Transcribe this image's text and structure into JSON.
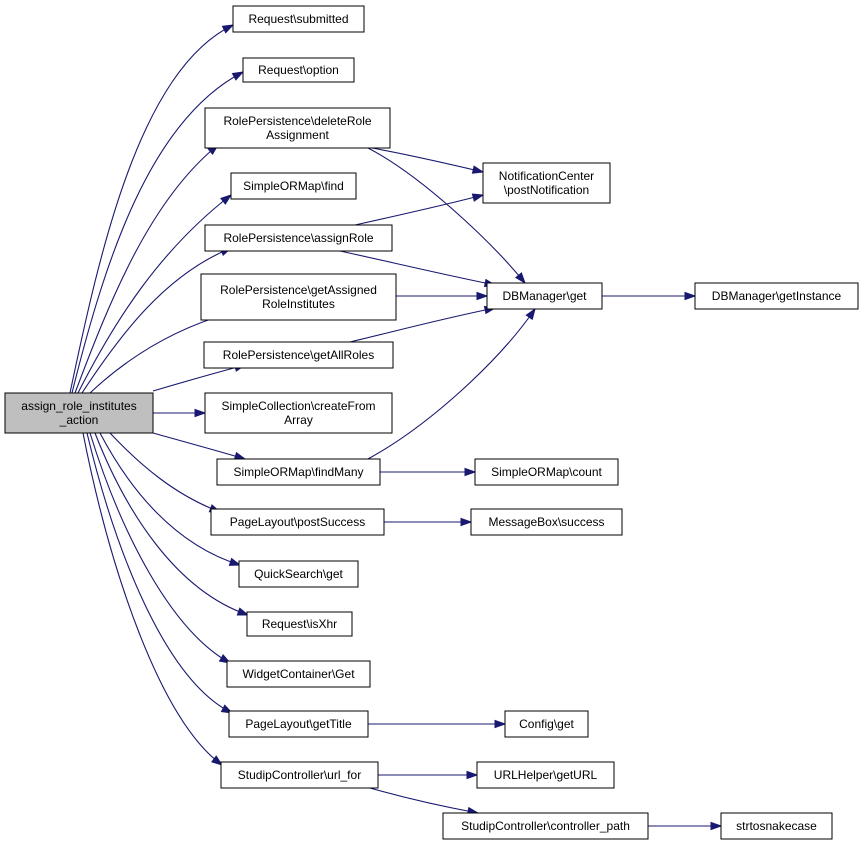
{
  "diagram": {
    "edge_color": "#191970",
    "root_fill": "#bfbfbf",
    "node_fill": "#ffffff",
    "nodes": [
      {
        "id": "root",
        "lines": [
          "assign_role_institutes",
          "_action"
        ],
        "root": true
      },
      {
        "id": "req_submitted",
        "lines": [
          "Request\\submitted"
        ]
      },
      {
        "id": "req_option",
        "lines": [
          "Request\\option"
        ]
      },
      {
        "id": "rp_delete",
        "lines": [
          "RolePersistence\\deleteRole",
          "Assignment"
        ]
      },
      {
        "id": "sorm_find",
        "lines": [
          "SimpleORMap\\find"
        ]
      },
      {
        "id": "rp_assign",
        "lines": [
          "RolePersistence\\assignRole"
        ]
      },
      {
        "id": "rp_getassigned",
        "lines": [
          "RolePersistence\\getAssigned",
          "RoleInstitutes"
        ]
      },
      {
        "id": "rp_getall",
        "lines": [
          "RolePersistence\\getAllRoles"
        ]
      },
      {
        "id": "sc_create",
        "lines": [
          "SimpleCollection\\createFrom",
          "Array"
        ]
      },
      {
        "id": "sorm_findmany",
        "lines": [
          "SimpleORMap\\findMany"
        ]
      },
      {
        "id": "pl_postsuccess",
        "lines": [
          "PageLayout\\postSuccess"
        ]
      },
      {
        "id": "qs_get",
        "lines": [
          "QuickSearch\\get"
        ]
      },
      {
        "id": "req_isxhr",
        "lines": [
          "Request\\isXhr"
        ]
      },
      {
        "id": "wc_get",
        "lines": [
          "WidgetContainer\\Get"
        ]
      },
      {
        "id": "pl_gettitle",
        "lines": [
          "PageLayout\\getTitle"
        ]
      },
      {
        "id": "sc_urlfor",
        "lines": [
          "StudipController\\url_for"
        ]
      },
      {
        "id": "nc_post",
        "lines": [
          "NotificationCenter",
          "\\postNotification"
        ]
      },
      {
        "id": "db_get",
        "lines": [
          "DBManager\\get"
        ]
      },
      {
        "id": "sorm_count",
        "lines": [
          "SimpleORMap\\count"
        ]
      },
      {
        "id": "mb_success",
        "lines": [
          "MessageBox\\success"
        ]
      },
      {
        "id": "config_get",
        "lines": [
          "Config\\get"
        ]
      },
      {
        "id": "urlhelper",
        "lines": [
          "URLHelper\\getURL"
        ]
      },
      {
        "id": "sc_ctrlpath",
        "lines": [
          "StudipController\\controller_path"
        ]
      },
      {
        "id": "db_getinstance",
        "lines": [
          "DBManager\\getInstance"
        ]
      },
      {
        "id": "snake",
        "lines": [
          "strtosnakecase"
        ]
      }
    ],
    "edges": [
      {
        "from": "root",
        "to": "req_submitted"
      },
      {
        "from": "root",
        "to": "req_option"
      },
      {
        "from": "root",
        "to": "rp_delete"
      },
      {
        "from": "root",
        "to": "sorm_find"
      },
      {
        "from": "root",
        "to": "rp_assign"
      },
      {
        "from": "root",
        "to": "rp_getassigned"
      },
      {
        "from": "root",
        "to": "rp_getall"
      },
      {
        "from": "root",
        "to": "sc_create"
      },
      {
        "from": "root",
        "to": "sorm_findmany"
      },
      {
        "from": "root",
        "to": "pl_postsuccess"
      },
      {
        "from": "root",
        "to": "qs_get"
      },
      {
        "from": "root",
        "to": "req_isxhr"
      },
      {
        "from": "root",
        "to": "wc_get"
      },
      {
        "from": "root",
        "to": "pl_gettitle"
      },
      {
        "from": "root",
        "to": "sc_urlfor"
      },
      {
        "from": "rp_delete",
        "to": "nc_post"
      },
      {
        "from": "rp_delete",
        "to": "db_get"
      },
      {
        "from": "rp_assign",
        "to": "nc_post"
      },
      {
        "from": "rp_assign",
        "to": "db_get"
      },
      {
        "from": "rp_getassigned",
        "to": "db_get"
      },
      {
        "from": "rp_getall",
        "to": "db_get"
      },
      {
        "from": "sorm_findmany",
        "to": "db_get"
      },
      {
        "from": "sorm_findmany",
        "to": "sorm_count"
      },
      {
        "from": "pl_postsuccess",
        "to": "mb_success"
      },
      {
        "from": "pl_gettitle",
        "to": "config_get"
      },
      {
        "from": "sc_urlfor",
        "to": "urlhelper"
      },
      {
        "from": "sc_urlfor",
        "to": "sc_ctrlpath"
      },
      {
        "from": "db_get",
        "to": "db_getinstance"
      },
      {
        "from": "sc_ctrlpath",
        "to": "snake"
      }
    ]
  }
}
